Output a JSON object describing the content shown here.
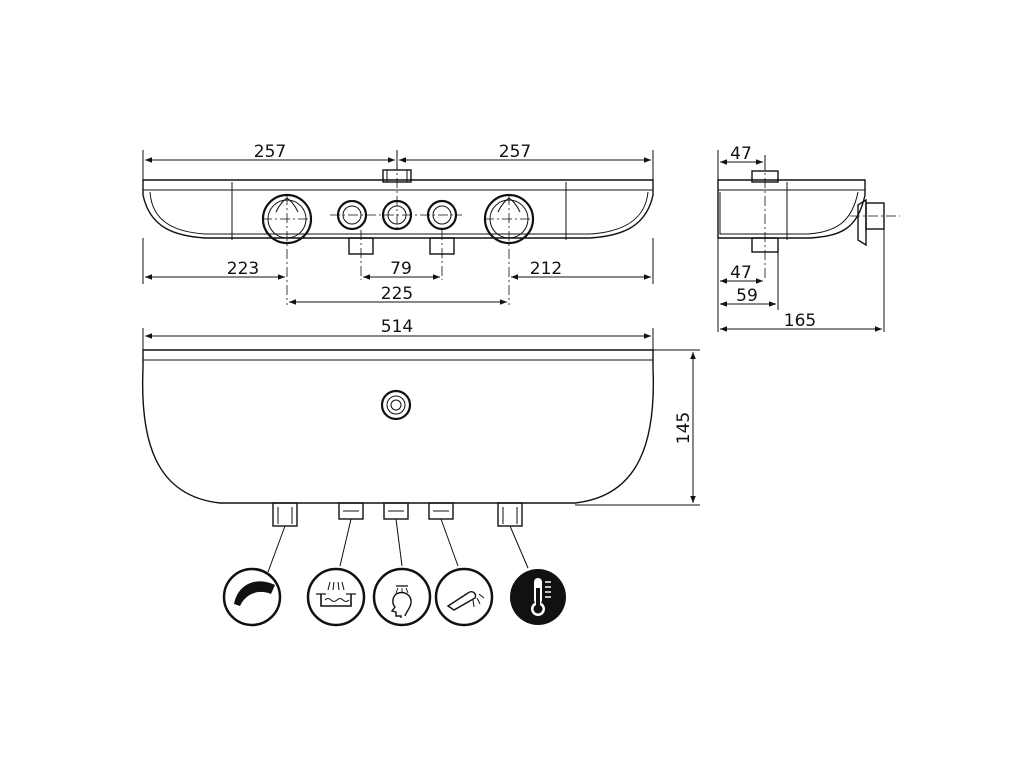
{
  "dimensions": {
    "top_left_width": "257",
    "top_right_width": "257",
    "left_to_handle": "223",
    "outlet_spacing": "79",
    "right_to_handle": "212",
    "handle_spacing": "225",
    "total_width": "514",
    "height": "145",
    "side_top_depth": "47",
    "side_outlet_depth": "47",
    "side_depth_59": "59",
    "side_total_depth": "165"
  },
  "icons": [
    {
      "name": "flow-control-icon"
    },
    {
      "name": "bath-filler-icon"
    },
    {
      "name": "head-shower-icon"
    },
    {
      "name": "hand-shower-icon"
    },
    {
      "name": "thermostat-icon"
    }
  ]
}
